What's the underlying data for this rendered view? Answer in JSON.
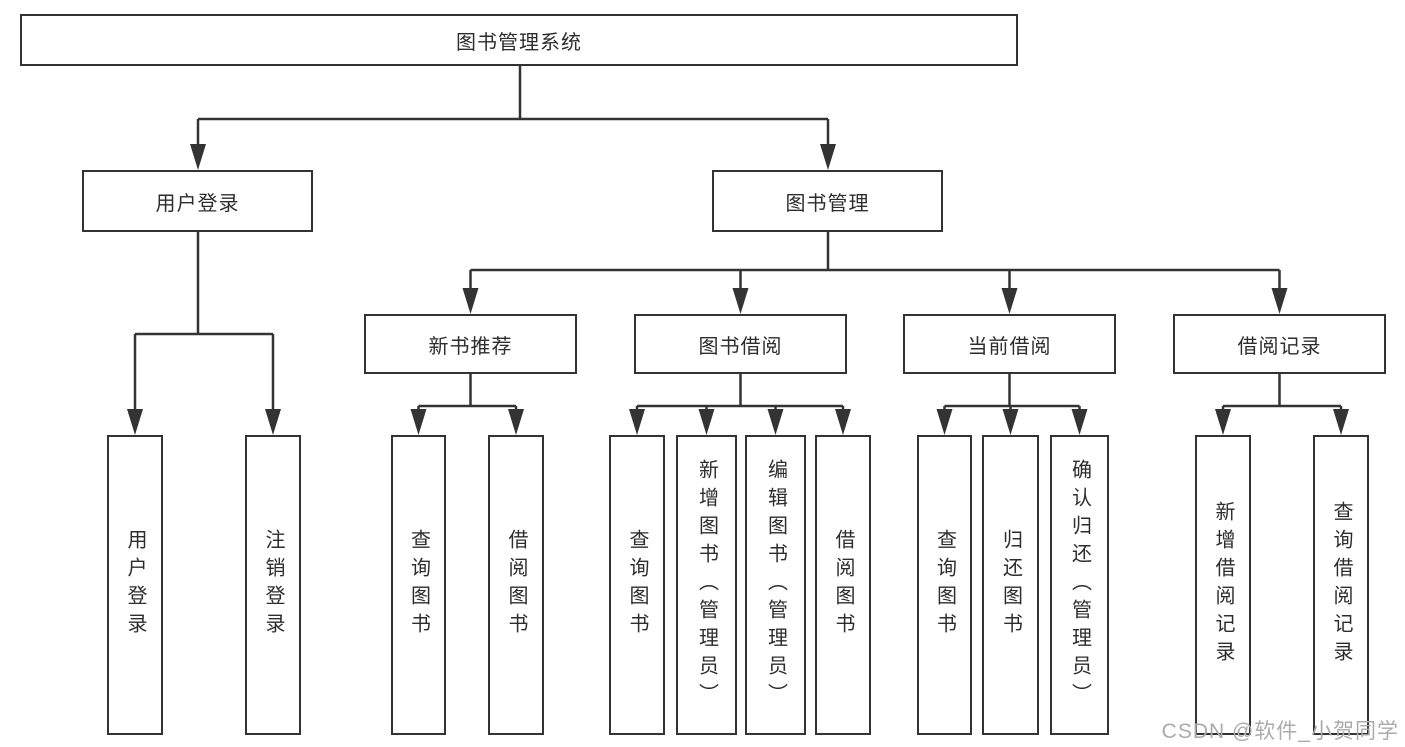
{
  "colors": {
    "line": "#333333",
    "box_border": "#333333",
    "text": "#2d2d2d",
    "watermark": "#ababab",
    "background": "#ffffff"
  },
  "watermark": {
    "text": "CSDN @软件_小贺同学"
  },
  "tree": {
    "root": {
      "label": "图书管理系统",
      "children": [
        {
          "label": "用户登录",
          "children": [
            {
              "label": "用户登录"
            },
            {
              "label": "注销登录"
            }
          ]
        },
        {
          "label": "图书管理",
          "children": [
            {
              "label": "新书推荐",
              "children": [
                {
                  "label": "查询图书"
                },
                {
                  "label": "借阅图书"
                }
              ]
            },
            {
              "label": "图书借阅",
              "children": [
                {
                  "label": "查询图书"
                },
                {
                  "label": "新增图书（管理员）"
                },
                {
                  "label": "编辑图书（管理员）"
                },
                {
                  "label": "借阅图书"
                }
              ]
            },
            {
              "label": "当前借阅",
              "children": [
                {
                  "label": "查询图书"
                },
                {
                  "label": "归还图书"
                },
                {
                  "label": "确认归还（管理员）"
                }
              ]
            },
            {
              "label": "借阅记录",
              "children": [
                {
                  "label": "新增借阅记录"
                },
                {
                  "label": "查询借阅记录"
                }
              ]
            }
          ]
        }
      ]
    }
  }
}
